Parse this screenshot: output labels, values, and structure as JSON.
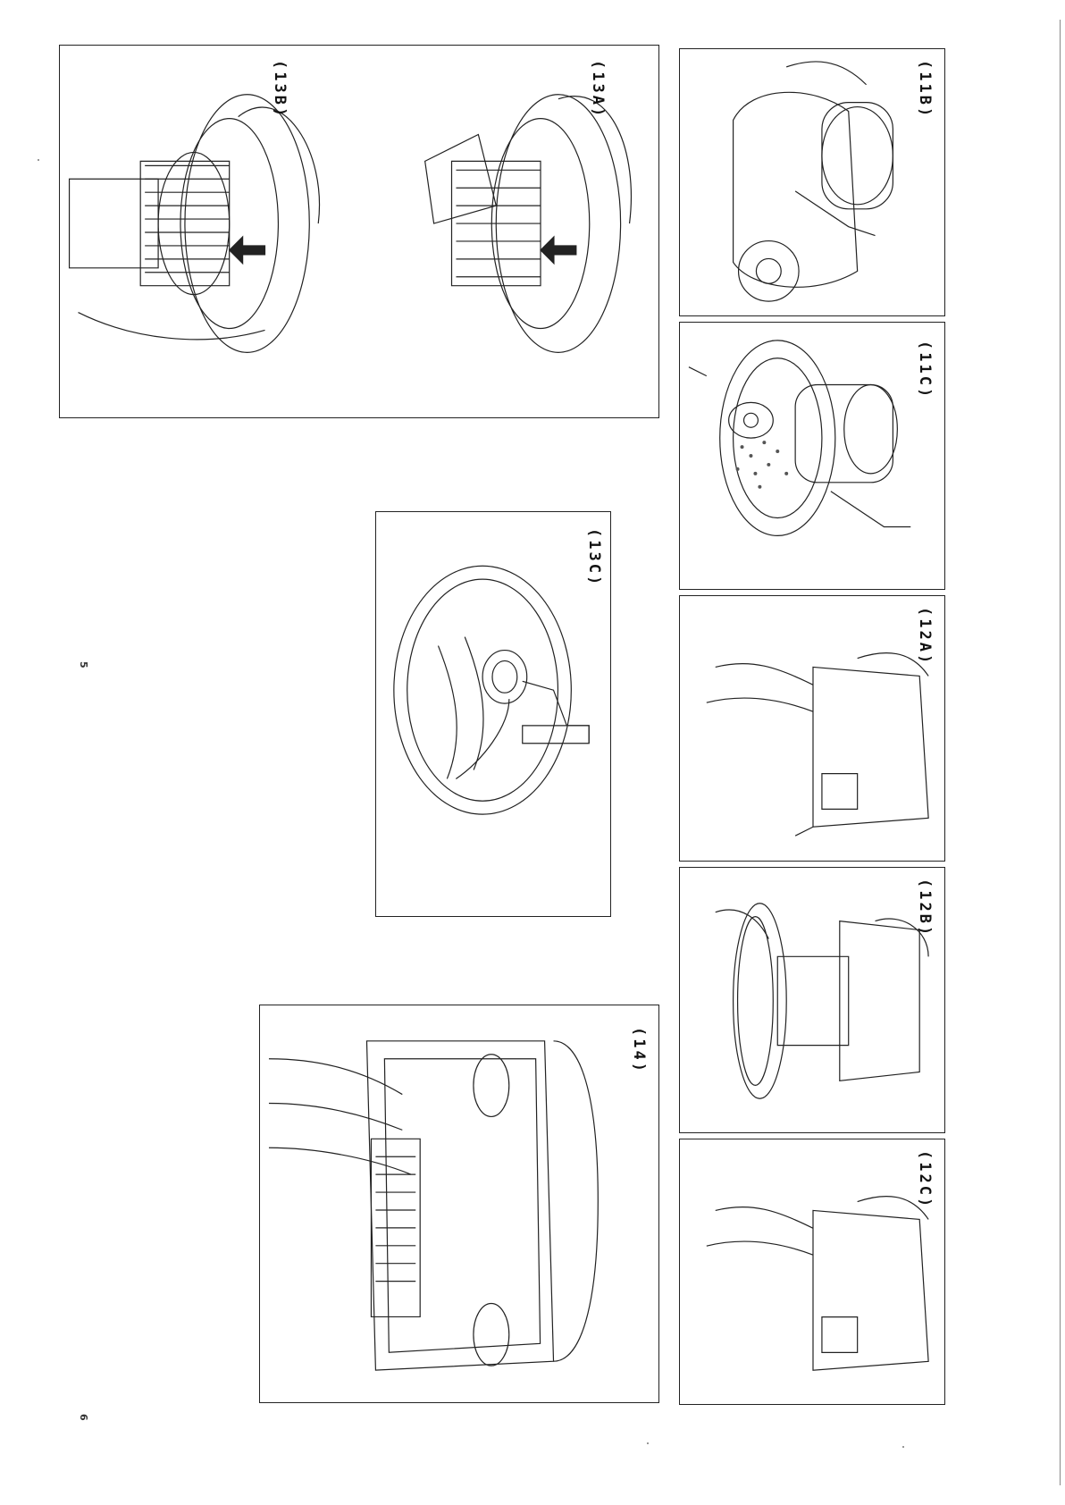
{
  "page": {
    "page_numbers": [
      "5",
      "6"
    ]
  },
  "figures": [
    {
      "id": "13B",
      "label": "(13B)",
      "icon": "filter-removal-drawing"
    },
    {
      "id": "13A",
      "label": "(13A)",
      "icon": "filter-cleaning-drawing"
    },
    {
      "id": "11B",
      "label": "(11B)",
      "icon": "vacuum-dust-container-drawing"
    },
    {
      "id": "11C",
      "label": "(11C)",
      "icon": "dust-emptying-drawing"
    },
    {
      "id": "13C",
      "label": "(13C)",
      "icon": "filter-rinsing-drawing"
    },
    {
      "id": "12A",
      "label": "(12A)",
      "icon": "container-opening-drawing"
    },
    {
      "id": "12B",
      "label": "(12B)",
      "icon": "container-separating-drawing"
    },
    {
      "id": "12C",
      "label": "(12C)",
      "icon": "container-closing-drawing"
    },
    {
      "id": "14",
      "label": "(14)",
      "icon": "exhaust-filter-drawing"
    }
  ]
}
